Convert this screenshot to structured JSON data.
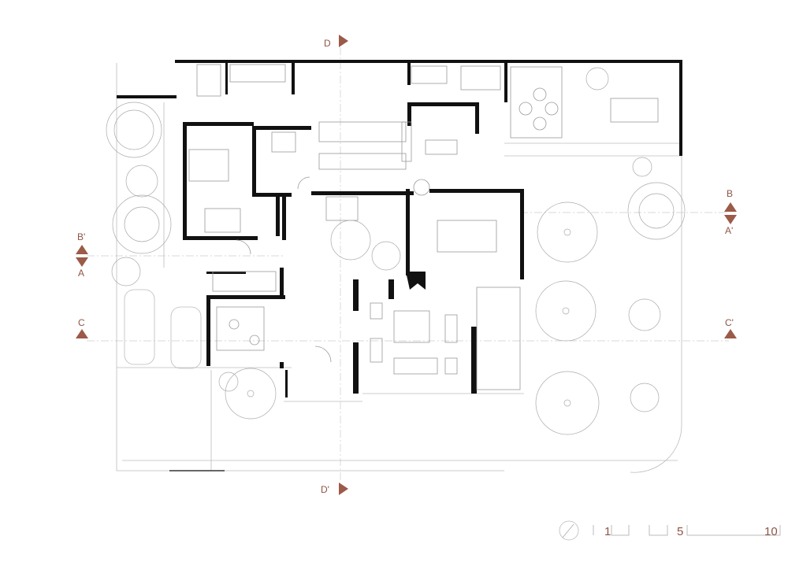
{
  "plan": {
    "section_markers": {
      "d_top": "D",
      "d_bottom": "D'",
      "b_right": "B",
      "a_prime_right": "A'",
      "b_prime_left": "B'",
      "a_left": "A",
      "c_left": "C",
      "c_prime_right": "C'"
    },
    "scale_bar": {
      "tick_1": "1",
      "tick_5": "5",
      "tick_10": "10"
    },
    "north_arrow_icon": "north-arrow-icon",
    "accent_color": "#9c5a48"
  }
}
